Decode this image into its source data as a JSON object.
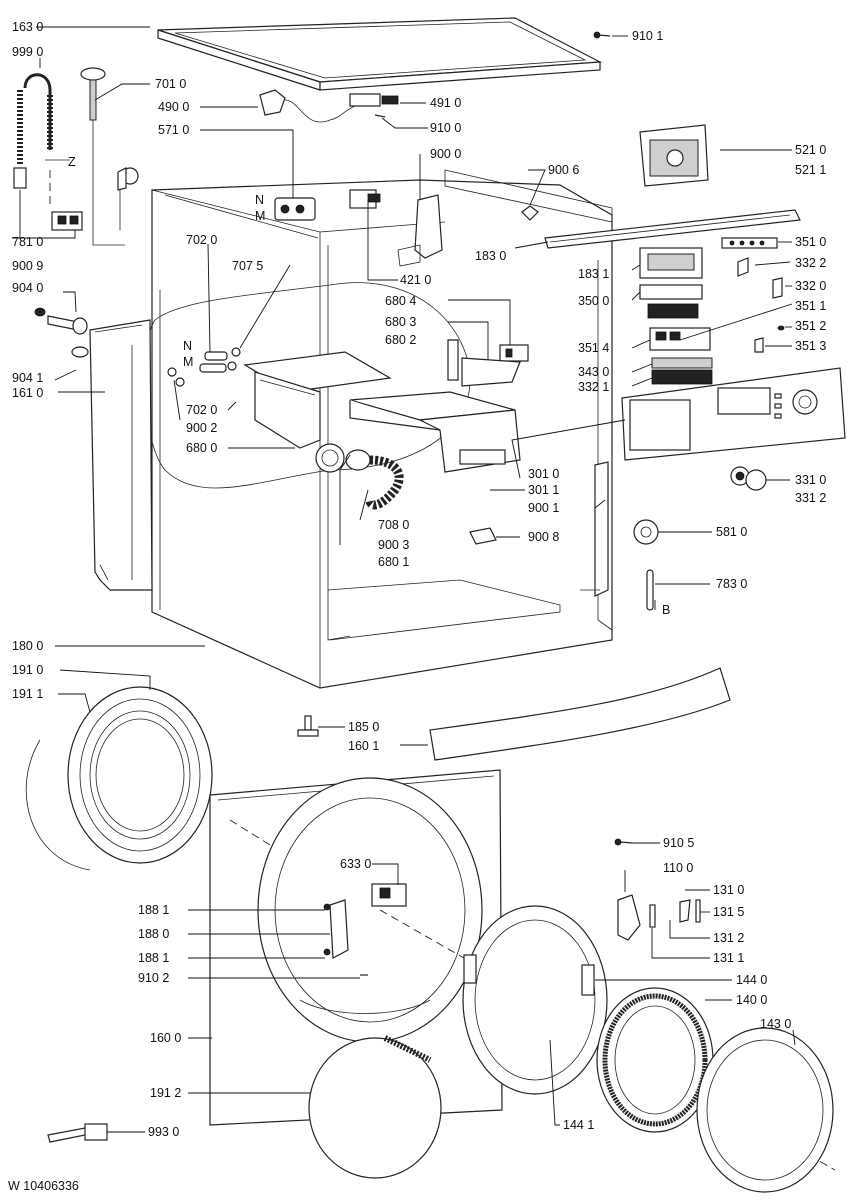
{
  "drawing_id": "W 10406336",
  "markers": {
    "n": "N",
    "m": "M",
    "z": "Z",
    "b": "B"
  },
  "labels": {
    "p1630": "163 0",
    "p9101": "910 1",
    "p9990": "999 0",
    "p7010": "701 0",
    "p4900": "490 0",
    "p4910": "491 0",
    "p5710": "571 0",
    "p9100": "910 0",
    "p5210": "521 0",
    "p5211": "521 1",
    "p9000": "900 0",
    "p9006": "900 6",
    "p7810": "781 0",
    "p9009": "900 9",
    "p7020a": "702 0",
    "p7075": "707 5",
    "p4210": "421 0",
    "p1830": "183 0",
    "p3510": "351 0",
    "p1831": "183 1",
    "p3322": "332 2",
    "p9040": "904 0",
    "p6804": "680 4",
    "p3500": "350 0",
    "p3320": "332 0",
    "p6803": "680 3",
    "p3511": "351 1",
    "p6802": "680 2",
    "p3512": "351 2",
    "p3514": "351 4",
    "p3513": "351 3",
    "p9041": "904 1",
    "p1610": "161 0",
    "p3430": "343 0",
    "p3321": "332 1",
    "p7020b": "702 0",
    "p9002": "900 2",
    "p6800": "680 0",
    "p3010": "301 0",
    "p3011": "301 1",
    "p3310": "331 0",
    "p3312": "331 2",
    "p9001": "900 1",
    "p7080": "708 0",
    "p9003": "900 3",
    "p6801": "680 1",
    "p9008": "900 8",
    "p5810": "581 0",
    "p7830": "783 0",
    "p1800": "180 0",
    "p1910": "191 0",
    "p1911": "191 1",
    "p1850": "185 0",
    "p1601": "160 1",
    "p9105": "910 5",
    "p6330": "633 0",
    "p1100": "110 0",
    "p1310": "131 0",
    "p1881a": "188 1",
    "p1315": "131 5",
    "p1880": "188 0",
    "p1312": "131 2",
    "p1881b": "188 1",
    "p1311": "131 1",
    "p9102": "910 2",
    "p1440": "144 0",
    "p1400": "140 0",
    "p1600": "160 0",
    "p1430": "143 0",
    "p1912": "191 2",
    "p1441": "144 1",
    "p9930": "993 0"
  }
}
